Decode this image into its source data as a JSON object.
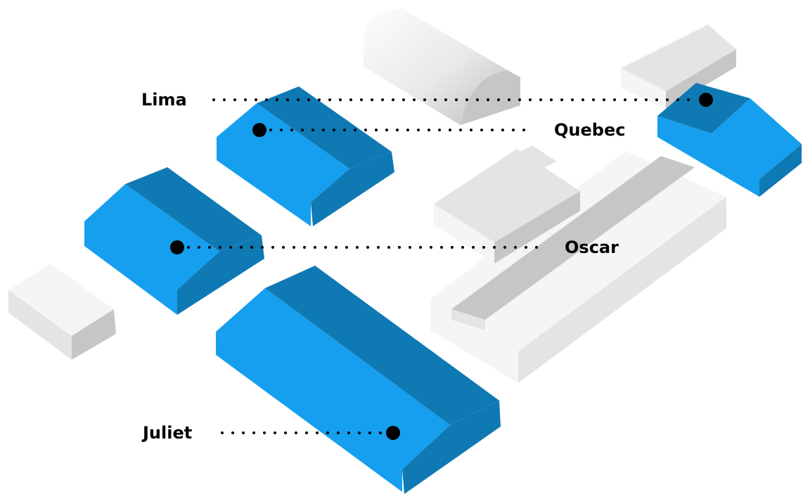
{
  "colors": {
    "highlight_top": "#159fee",
    "highlight_dark": "#0f79b4",
    "building_light": "#f5f5f5",
    "building_mid": "#e4e4e4",
    "building_dark": "#c6c6c6",
    "label_text": "#000000",
    "leader_line": "#000000"
  },
  "labels": {
    "lima": "Lima",
    "quebec": "Quebec",
    "oscar": "Oscar",
    "juliet": "Juliet"
  }
}
